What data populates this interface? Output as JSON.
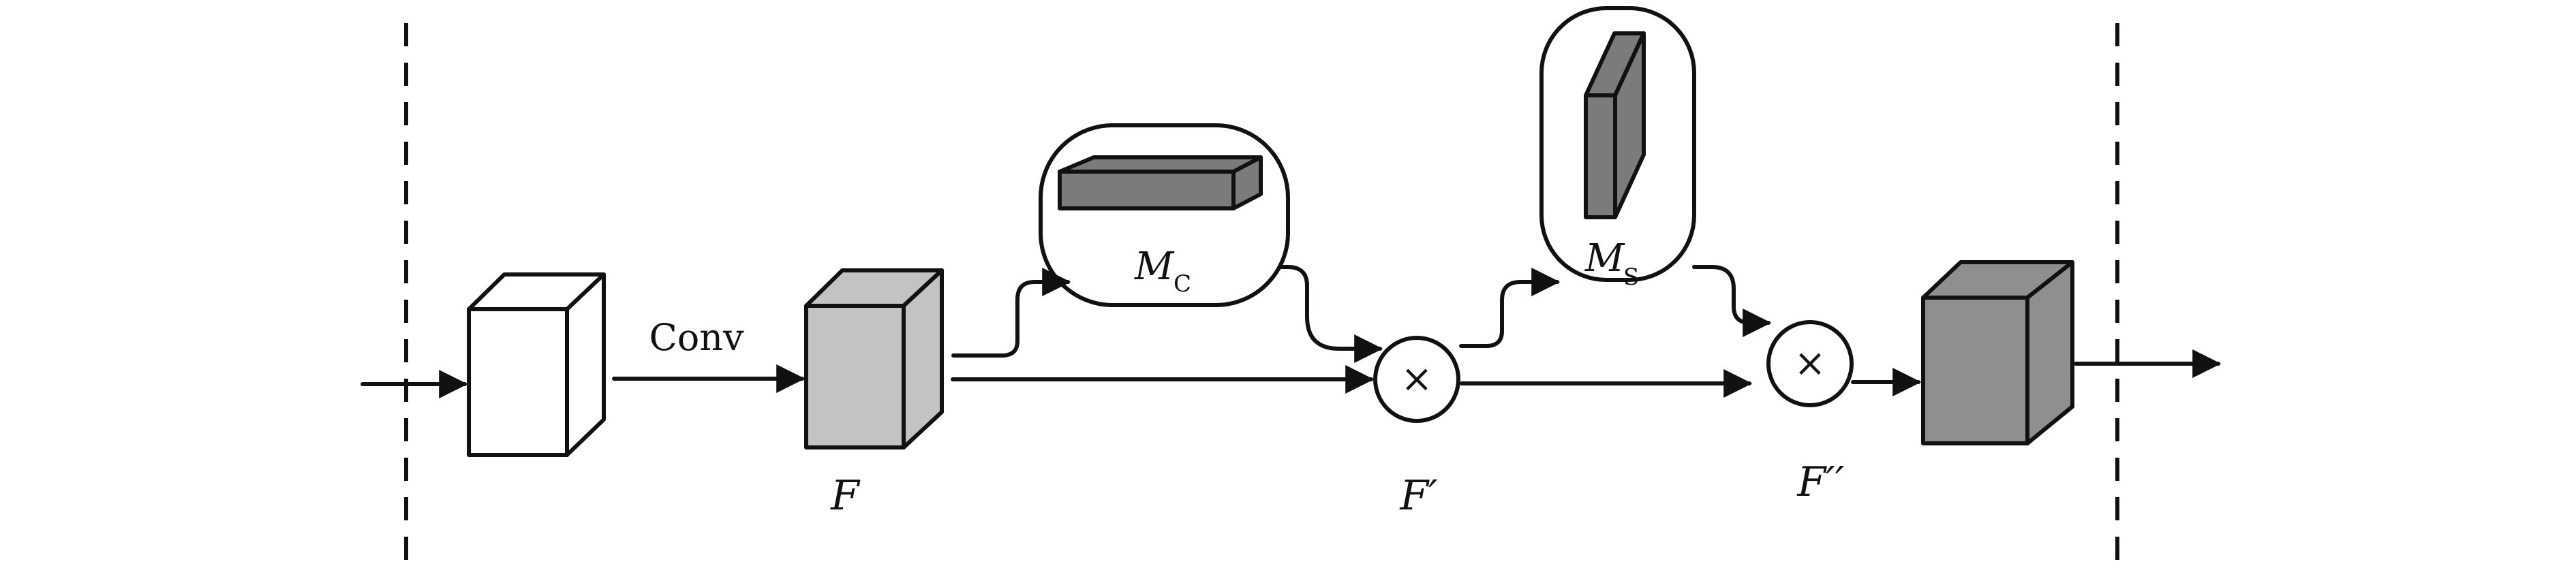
{
  "labels": {
    "conv": "Conv",
    "f": "F",
    "f_prime": "F′",
    "f_double_prime": "F′′",
    "m_c_base": "M",
    "m_c_sub": "C",
    "m_s_base": "M",
    "m_s_sub": "S",
    "multiply_1": "×",
    "multiply_2": "×"
  },
  "colors": {
    "stroke": "#111111",
    "white_box": "#ffffff",
    "light_gray": "#c3c3c3",
    "medium_gray": "#8f8f8f",
    "dark_gray": "#7b7b7b"
  }
}
